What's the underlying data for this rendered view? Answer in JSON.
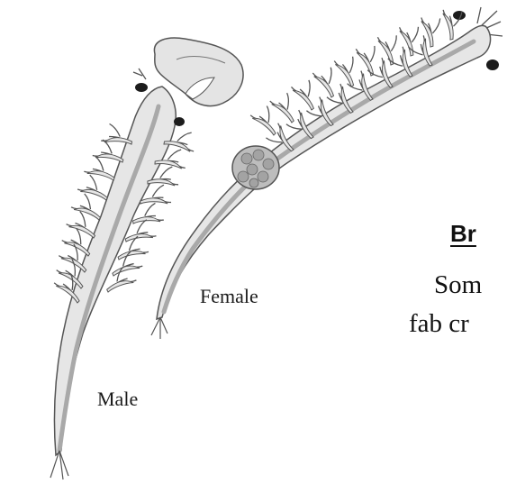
{
  "labels": {
    "male": "Male",
    "female": "Female"
  },
  "slide_text": {
    "heading": "Br",
    "line1": "Som",
    "line2": "fab cr"
  },
  "colors": {
    "body_fill": "#e6e6e6",
    "body_stroke": "#555555",
    "gut": "#a9a9a9",
    "eye": "#1c1c1c",
    "background": "#ffffff"
  }
}
